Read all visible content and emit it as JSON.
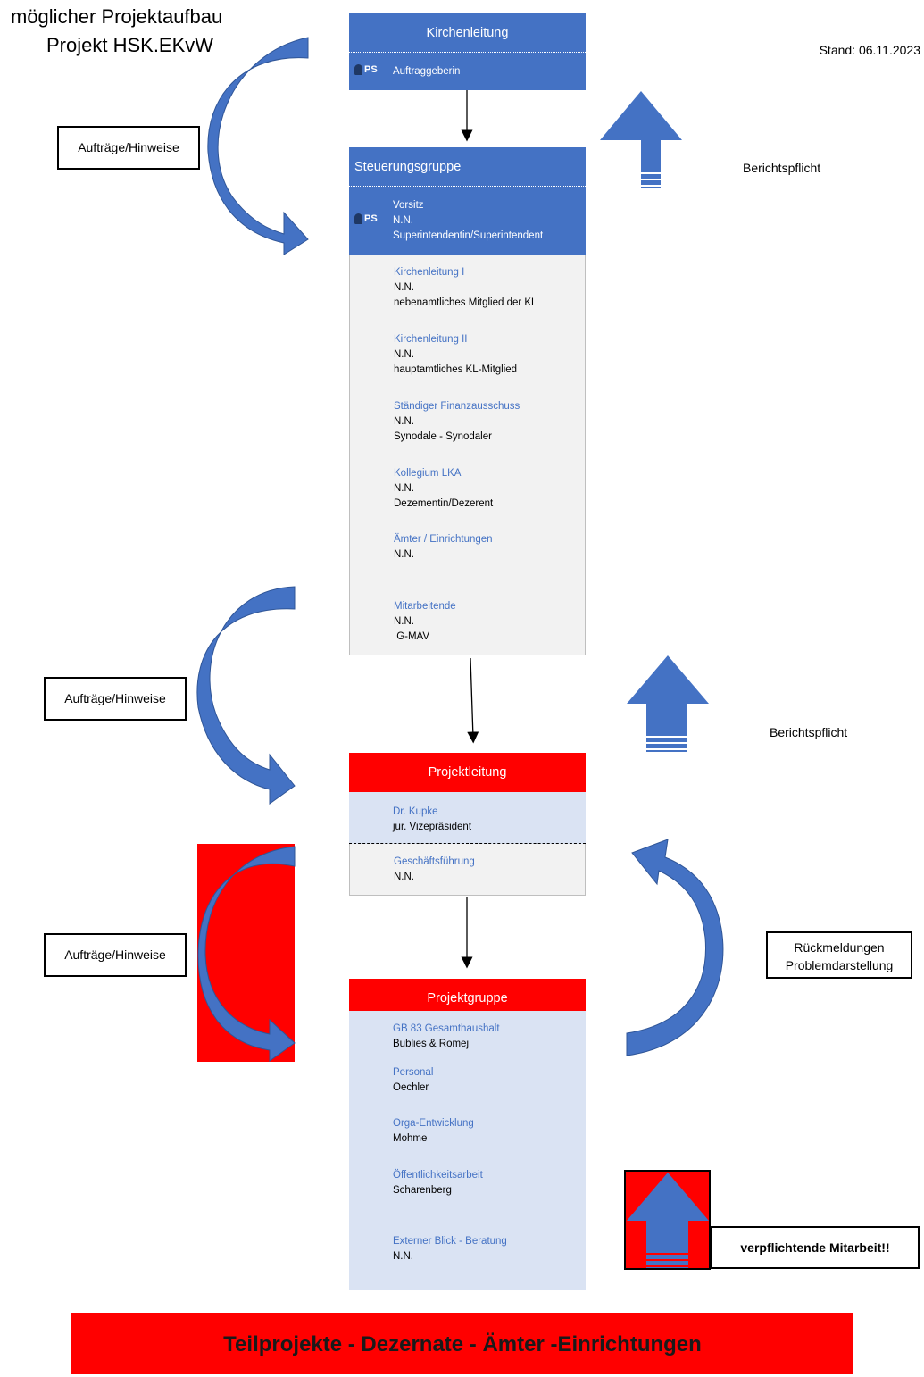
{
  "header": {
    "title_line1": "möglicher Projektaufbau",
    "title_line2": "Projekt HSK.EKvW",
    "stand": "Stand: 06.11.2023"
  },
  "kirchenleitung": {
    "title": "Kirchenleitung",
    "role": "Auftraggeberin",
    "icon_label": "PS"
  },
  "steuerungsgruppe": {
    "title": "Steuerungsgruppe",
    "icon_label": "PS",
    "chair": {
      "role": "Vorsitz",
      "name": "N.N.",
      "desc": "Superintendentin/Superintendent"
    },
    "members": [
      {
        "role": "Kirchenleitung I",
        "name": "N.N.",
        "desc": "nebenamtliches Mitglied der KL"
      },
      {
        "role": "Kirchenleitung II",
        "name": "N.N.",
        "desc": "hauptamtliches KL-Mitglied"
      },
      {
        "role": "Ständiger Finanzausschuss",
        "name": "N.N.",
        "desc": "Synodale - Synodaler"
      },
      {
        "role": "Kollegium LKA",
        "name": "N.N.",
        "desc": "Dezementin/Dezerent"
      },
      {
        "role": "Ämter / Einrichtungen",
        "name": "N.N.",
        "desc": ""
      },
      {
        "role": "Mitarbeitende",
        "name": "N.N.",
        "desc": " G-MAV"
      }
    ]
  },
  "projektleitung": {
    "title": "Projektleitung",
    "lead": {
      "role": "Dr. Kupke",
      "desc": "jur. Vizepräsident"
    },
    "office": {
      "role": "Geschäftsführung",
      "name": "N.N."
    }
  },
  "projektgruppe": {
    "title": "Projektgruppe",
    "members": [
      {
        "role": "GB 83 Gesamthaushalt",
        "name": "Bublies & Romej"
      },
      {
        "role": "Personal",
        "name": "Oechler"
      },
      {
        "role": "Orga-Entwicklung",
        "name": "Mohme"
      },
      {
        "role": "Öffentlichkeitsarbeit",
        "name": "Scharenberg"
      },
      {
        "role": "Externer Blick - Beratung",
        "name": "N.N."
      }
    ]
  },
  "labels": {
    "auftraege1": "Aufträge/Hinweise",
    "auftraege2": "Aufträge/Hinweise",
    "auftraege3": "Aufträge/Hinweise",
    "bericht1": "Berichtspflicht",
    "bericht2": "Berichtspflicht",
    "rueck_line1": "Rückmeldungen",
    "rueck_line2": "Problemdarstellung",
    "verpflichtend": "verpflichtende Mitarbeit!!"
  },
  "bottom": {
    "text": "Teilprojekte - Dezernate - Ämter -Einrichtungen"
  },
  "colors": {
    "blue": "#4472c4",
    "red": "#ff0000",
    "light": "#dae3f3",
    "grey": "#f2f2f2"
  }
}
